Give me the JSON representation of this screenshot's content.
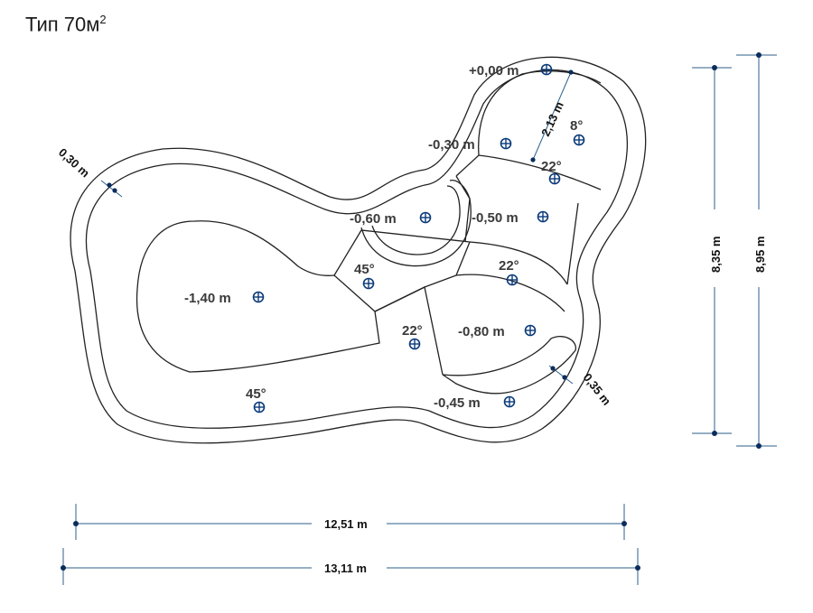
{
  "title": {
    "text": "Тип 70м",
    "sup": "2"
  },
  "depths": {
    "d000": "+0,00 m",
    "d030": "-0,30 m",
    "d050": "-0,50 m",
    "d060": "-0,60 m",
    "d140": "-1,40 m",
    "d080": "-0,80 m",
    "d045": "-0,45 m"
  },
  "angles": {
    "a8": "8°",
    "a22_top": "22°",
    "a22_mid": "22°",
    "a22_low": "22°",
    "a45_mid": "45°",
    "a45_low": "45°"
  },
  "dimensions": {
    "wall_left": "0,30 m",
    "wall_right": "0,35 m",
    "step_width": "2,13 m",
    "height_inner": "8,35 m",
    "height_outer": "8,95 m",
    "width_inner": "12,51 m",
    "width_outer": "13,11 m"
  },
  "colors": {
    "dimension_line": "#2d5f8a",
    "marker": "#0a3a7a",
    "outline": "#222222"
  }
}
